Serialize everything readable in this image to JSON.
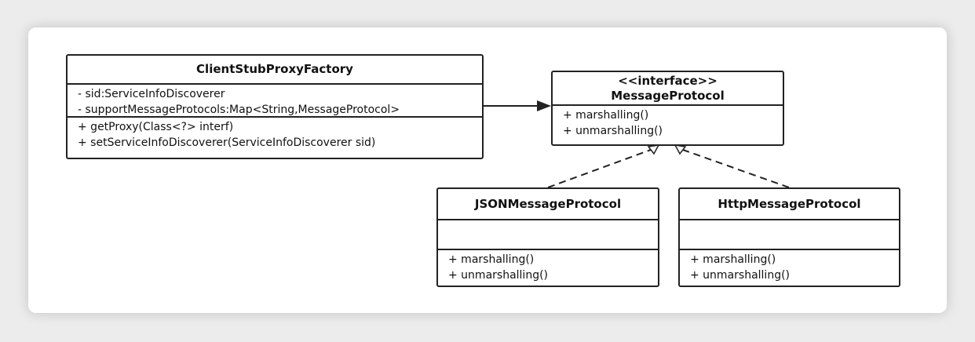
{
  "classes": {
    "client_stub_proxy_factory": {
      "name": "ClientStubProxyFactory",
      "attributes": [
        "- sid:ServiceInfoDiscoverer",
        "- supportMessageProtocols:Map<String,MessageProtocol>"
      ],
      "operations": [
        "+ getProxy(Class<?> interf)",
        "+ setServiceInfoDiscoverer(ServiceInfoDiscoverer sid)"
      ]
    },
    "message_protocol": {
      "stereotype": "<<interface>>",
      "name": "MessageProtocol",
      "operations": [
        "+ marshalling()",
        "+ unmarshalling()"
      ]
    },
    "json_message_protocol": {
      "name": "JSONMessageProtocol",
      "operations": [
        "+ marshalling()",
        "+ unmarshalling()"
      ]
    },
    "http_message_protocol": {
      "name": "HttpMessageProtocol",
      "operations": [
        "+ marshalling()",
        "+ unmarshalling()"
      ]
    }
  },
  "relations": [
    {
      "type": "association",
      "from": "ClientStubProxyFactory",
      "to": "MessageProtocol"
    },
    {
      "type": "realization",
      "from": "JSONMessageProtocol",
      "to": "MessageProtocol"
    },
    {
      "type": "realization",
      "from": "HttpMessageProtocol",
      "to": "MessageProtocol"
    }
  ]
}
